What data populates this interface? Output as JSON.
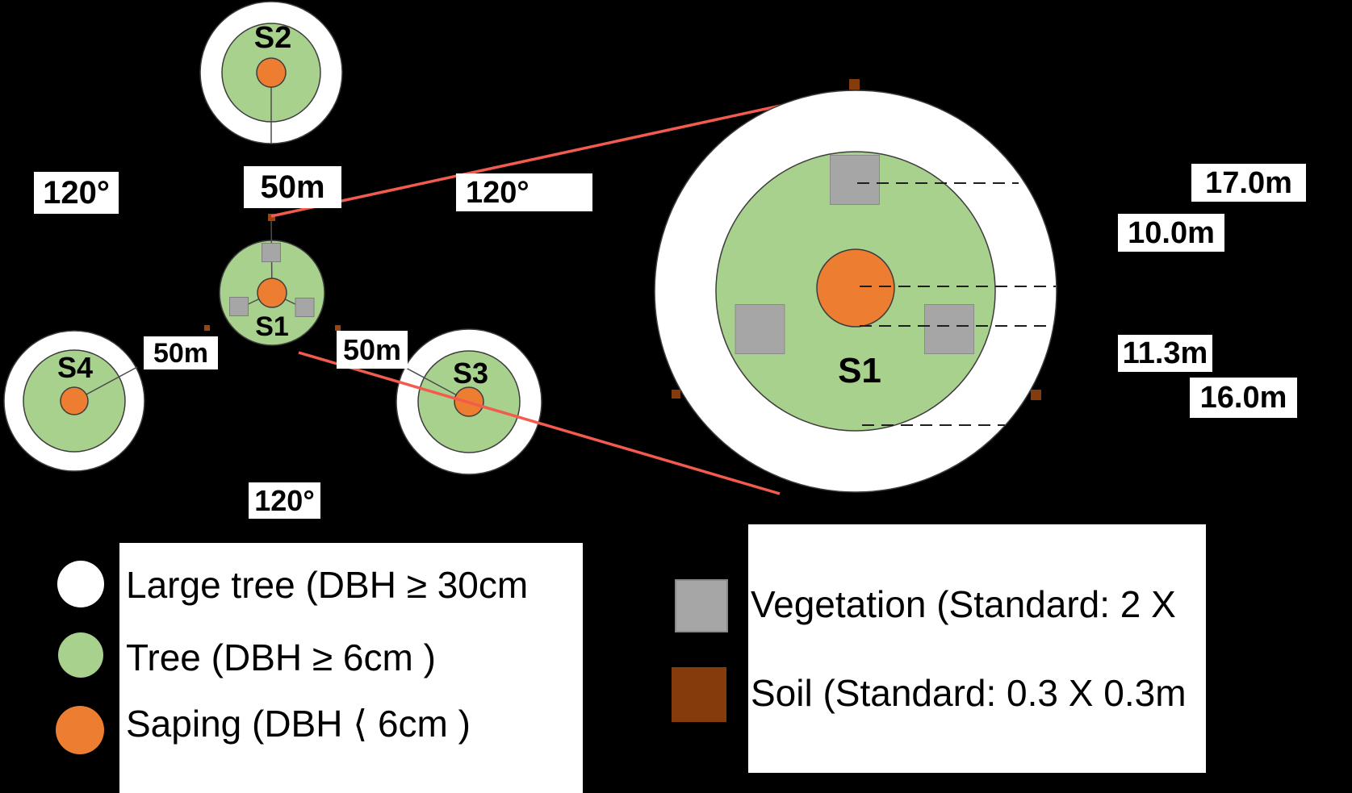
{
  "scene": {
    "angle_labels": [
      {
        "text": "120°",
        "position": "between-S2-and-S4"
      },
      {
        "text": "120°",
        "position": "between-S2-and-S3"
      },
      {
        "text": "120°",
        "position": "between-S4-and-S3"
      }
    ],
    "distance_labels": [
      {
        "text": "50m",
        "position": "S1-to-S2"
      },
      {
        "text": "50m",
        "position": "S1-to-S4"
      },
      {
        "text": "50m",
        "position": "S1-to-S3"
      }
    ],
    "measurement_labels": [
      {
        "text": "17.0m"
      },
      {
        "text": "10.0m"
      },
      {
        "text": "11.3m"
      },
      {
        "text": "16.0m"
      }
    ],
    "plot_labels": {
      "s2": "S2",
      "s1_small": "S1",
      "s4": "S4",
      "s3": "S3",
      "s1_big": "S1"
    }
  },
  "legend_left": {
    "items": [
      {
        "swatch": "large-tree-circle",
        "color": "#FFFFFF",
        "label": "Large tree (DBH ≥ 30cm"
      },
      {
        "swatch": "tree-circle",
        "color": "#A9D18E",
        "label": "Tree (DBH ≥ 6cm )"
      },
      {
        "swatch": "sapling-circle",
        "color": "#ED7D31",
        "label": "Saping (DBH ⟨ 6cm )"
      }
    ]
  },
  "legend_right": {
    "items": [
      {
        "swatch": "vegetation-square",
        "color": "#A6A6A6",
        "label": "Vegetation (Standard: 2 X"
      },
      {
        "swatch": "soil-square",
        "color": "#843C0C",
        "label": "Soil (Standard: 0.3 X 0.3m"
      }
    ]
  },
  "colors": {
    "background": "#000000",
    "large_tree_ring": "#FFFFFF",
    "tree_ring": "#A9D18E",
    "sapling_core": "#ED7D31",
    "vegetation_quadrat": "#A6A6A6",
    "soil_sample": "#843C0C",
    "zoom_connector": "#F35B4F",
    "dashed_guide": "#1F1F1F"
  }
}
